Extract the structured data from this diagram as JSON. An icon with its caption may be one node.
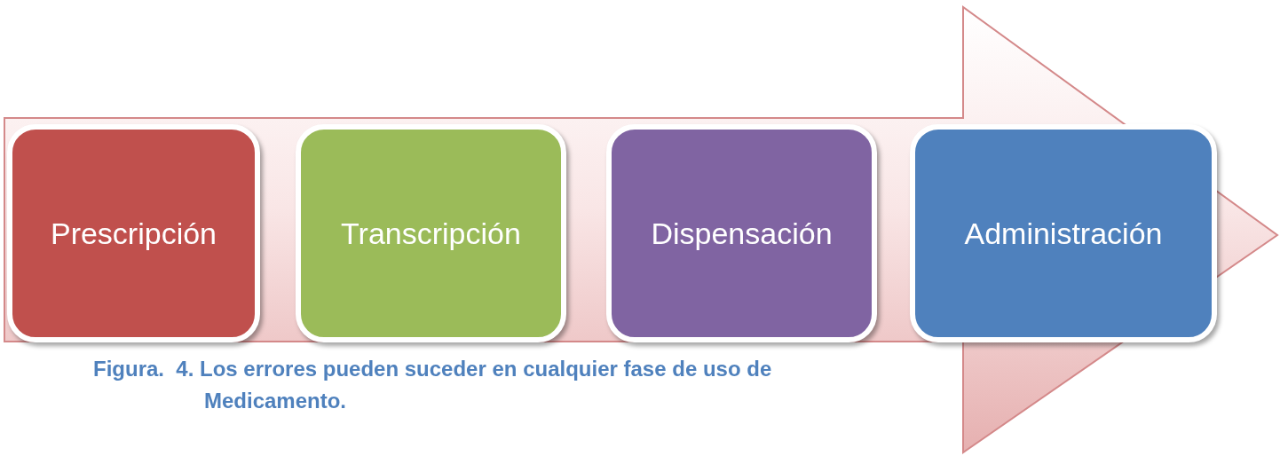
{
  "diagram": {
    "caption": "Figura.  4. Los errores pueden suceder en cualquier fase de uso de Medicamento.",
    "nodes": [
      {
        "text": [],
        "shape": "arrow"
      },
      {
        "text": [
          "Prescripción"
        ],
        "in": 0
      },
      {
        "text": [
          "Transcripción"
        ],
        "in": 0
      },
      {
        "text": [
          "Dispensación"
        ],
        "in": 0
      },
      {
        "text": [
          "Administración"
        ],
        "in": 0
      }
    ],
    "edges": []
  }
}
